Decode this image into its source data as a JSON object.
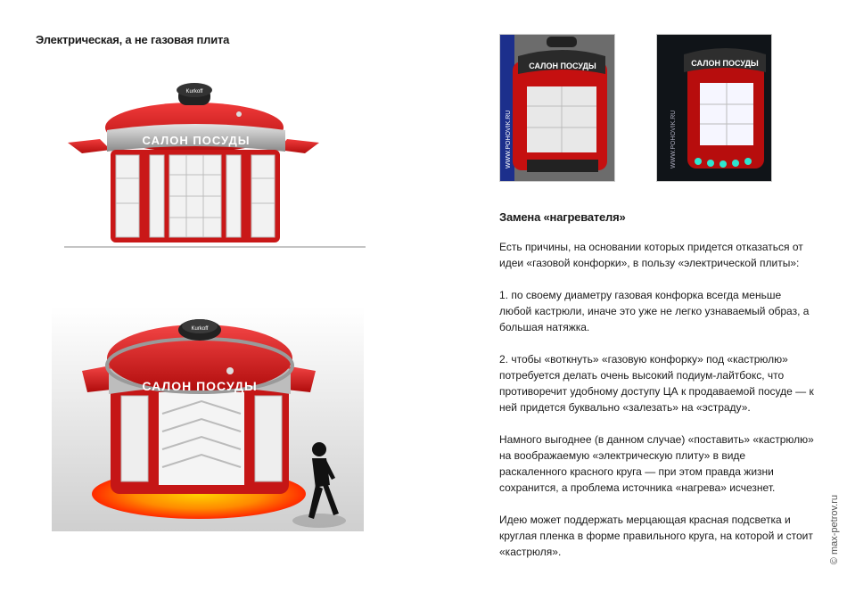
{
  "left": {
    "title": "Электрическая, а не газовая плита",
    "illustration1": {
      "sign": "САЛОН ПОСУДЫ",
      "lid_brand": "Kurkoff"
    },
    "illustration2": {
      "sign": "САЛОН ПОСУДЫ",
      "lid_brand": "Kurkoff"
    }
  },
  "photos": [
    {
      "sign": "САЛОН ПОСУДЫ",
      "side_text": "WWW.POHOVIK.RU"
    },
    {
      "sign": "САЛОН ПОСУДЫ",
      "side_text": "WWW.POHOVIK.RU"
    }
  ],
  "right": {
    "title": "Замена «нагревателя»",
    "paragraphs": [
      "Есть причины, на основании которых придется отказаться от идеи «газовой конфорки», в пользу «электрической плиты»:",
      "1. по своему диаметру газовая конфорка всегда меньше любой кастрюли, иначе это уже не легко узнаваемый образ, а большая натяжка.",
      "2. чтобы «воткнуть» «газовую конфорку» под «кастрюлю» потребуется делать очень высокий подиум-лайтбокс, что противоречит удобному доступу ЦА к продаваемой посуде — к ней придется буквально «залезать» на «эстраду».",
      "Намного выгоднее (в данном случае) «поставить» «кастрюлю» на воображаемую «электрическую плиту» в виде раскаленного красного круга — при этом правда жизни сохранится, а проблема источника «нагрева» исчезнет.",
      "Идею может поддержать мерцающая красная подсветка и круглая пленка в форме правильного круга, на которой и стоит «кастрюля»."
    ]
  },
  "credit": "© max-petrov.ru",
  "colors": {
    "pot_red": "#d81e1e",
    "text": "#1a1a1a"
  }
}
